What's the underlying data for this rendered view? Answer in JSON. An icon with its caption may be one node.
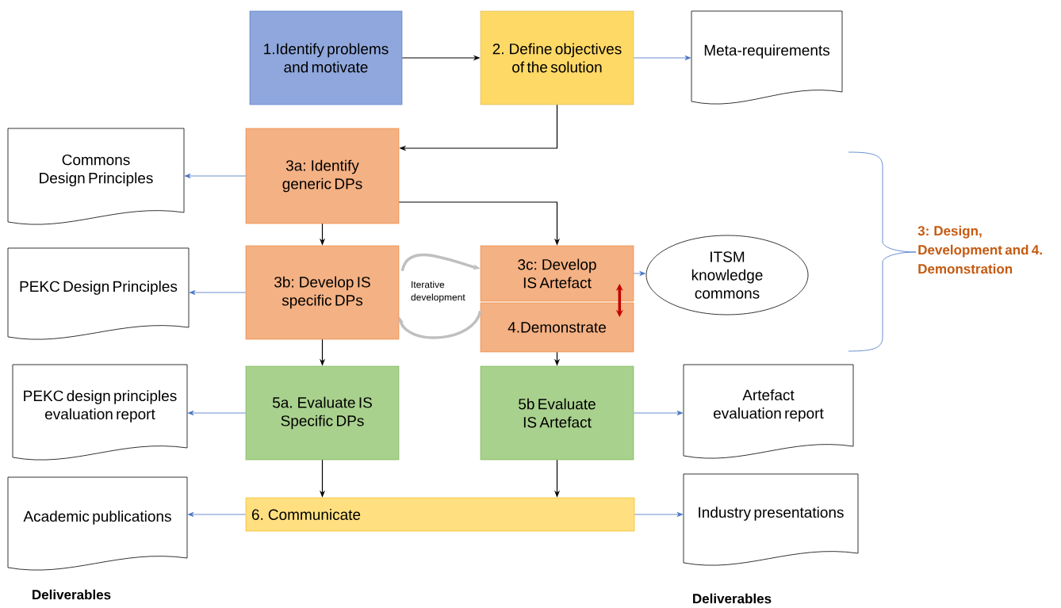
{
  "diagram": {
    "nodes": [
      {
        "text": [
          "1.Identify problems and motivate"
        ]
      },
      {
        "text": [
          "2. Define objectives of the solution"
        ]
      },
      {
        "text": [
          "Meta-requirements"
        ]
      },
      {
        "text": [
          "3a: Identify generic DPs"
        ]
      },
      {
        "text": [
          "Commons Design Principles"
        ]
      },
      {
        "text": [
          "3b: Develop IS specific DPs"
        ]
      },
      {
        "text": [
          "PEKC Design Principles"
        ]
      },
      {
        "text": [
          "3c: Develop IS Artefact"
        ]
      },
      {
        "text": [
          "4.Demonstrate"
        ]
      },
      {
        "text": [
          "ITSM knowledge commons"
        ]
      },
      {
        "text": [
          "5a. Evaluate IS Specific DPs"
        ]
      },
      {
        "text": [
          "PEKC design principles evaluation report"
        ]
      },
      {
        "text": [
          "5b Evaluate IS Artefact"
        ]
      },
      {
        "text": [
          "Artefact evaluation report"
        ]
      },
      {
        "text": [
          "6. Communicate"
        ]
      },
      {
        "text": [
          "Academic publications"
        ]
      },
      {
        "text": [
          "Industry presentations"
        ]
      }
    ],
    "edges": [
      {
        "from": 0,
        "to": 1,
        "arrow": "to"
      },
      {
        "from": 1,
        "to": 2,
        "arrow": "to",
        "color": "#4472c4"
      },
      {
        "from": 1,
        "to": 3,
        "arrow": "to"
      },
      {
        "from": 3,
        "to": 4,
        "arrow": "to",
        "color": "#4472c4"
      },
      {
        "from": 3,
        "to": 5,
        "arrow": "to"
      },
      {
        "from": 3,
        "to": 7,
        "arrow": "to"
      },
      {
        "from": 5,
        "to": 6,
        "arrow": "to",
        "color": "#4472c4"
      },
      {
        "from": 5,
        "to": 7,
        "arrow": "to",
        "style": "thick",
        "color": "#bfbfbf"
      },
      {
        "from": 7,
        "to": 5,
        "arrow": "to",
        "style": "thick",
        "color": "#bfbfbf"
      },
      {
        "from": 7,
        "to": 8,
        "arrow": "both",
        "style": "thick",
        "color": "#c00000"
      },
      {
        "from": 7,
        "to": 9,
        "arrow": "to",
        "color": "#4472c4"
      },
      {
        "from": 5,
        "to": 10,
        "arrow": "to"
      },
      {
        "from": 8,
        "to": 12,
        "arrow": "to"
      },
      {
        "from": 10,
        "to": 11,
        "arrow": "to",
        "color": "#4472c4"
      },
      {
        "from": 12,
        "to": 13,
        "arrow": "to",
        "color": "#4472c4"
      },
      {
        "from": 10,
        "to": 14,
        "arrow": "to"
      },
      {
        "from": 12,
        "to": 14,
        "arrow": "to"
      },
      {
        "from": 14,
        "to": 15,
        "arrow": "to",
        "color": "#4472c4"
      },
      {
        "from": 14,
        "to": 16,
        "arrow": "to",
        "color": "#4472c4"
      }
    ],
    "labels": [
      "3: Design, Development and 4. Demonstration",
      "Iterative development",
      "Deliverables",
      "Deliverables"
    ]
  }
}
